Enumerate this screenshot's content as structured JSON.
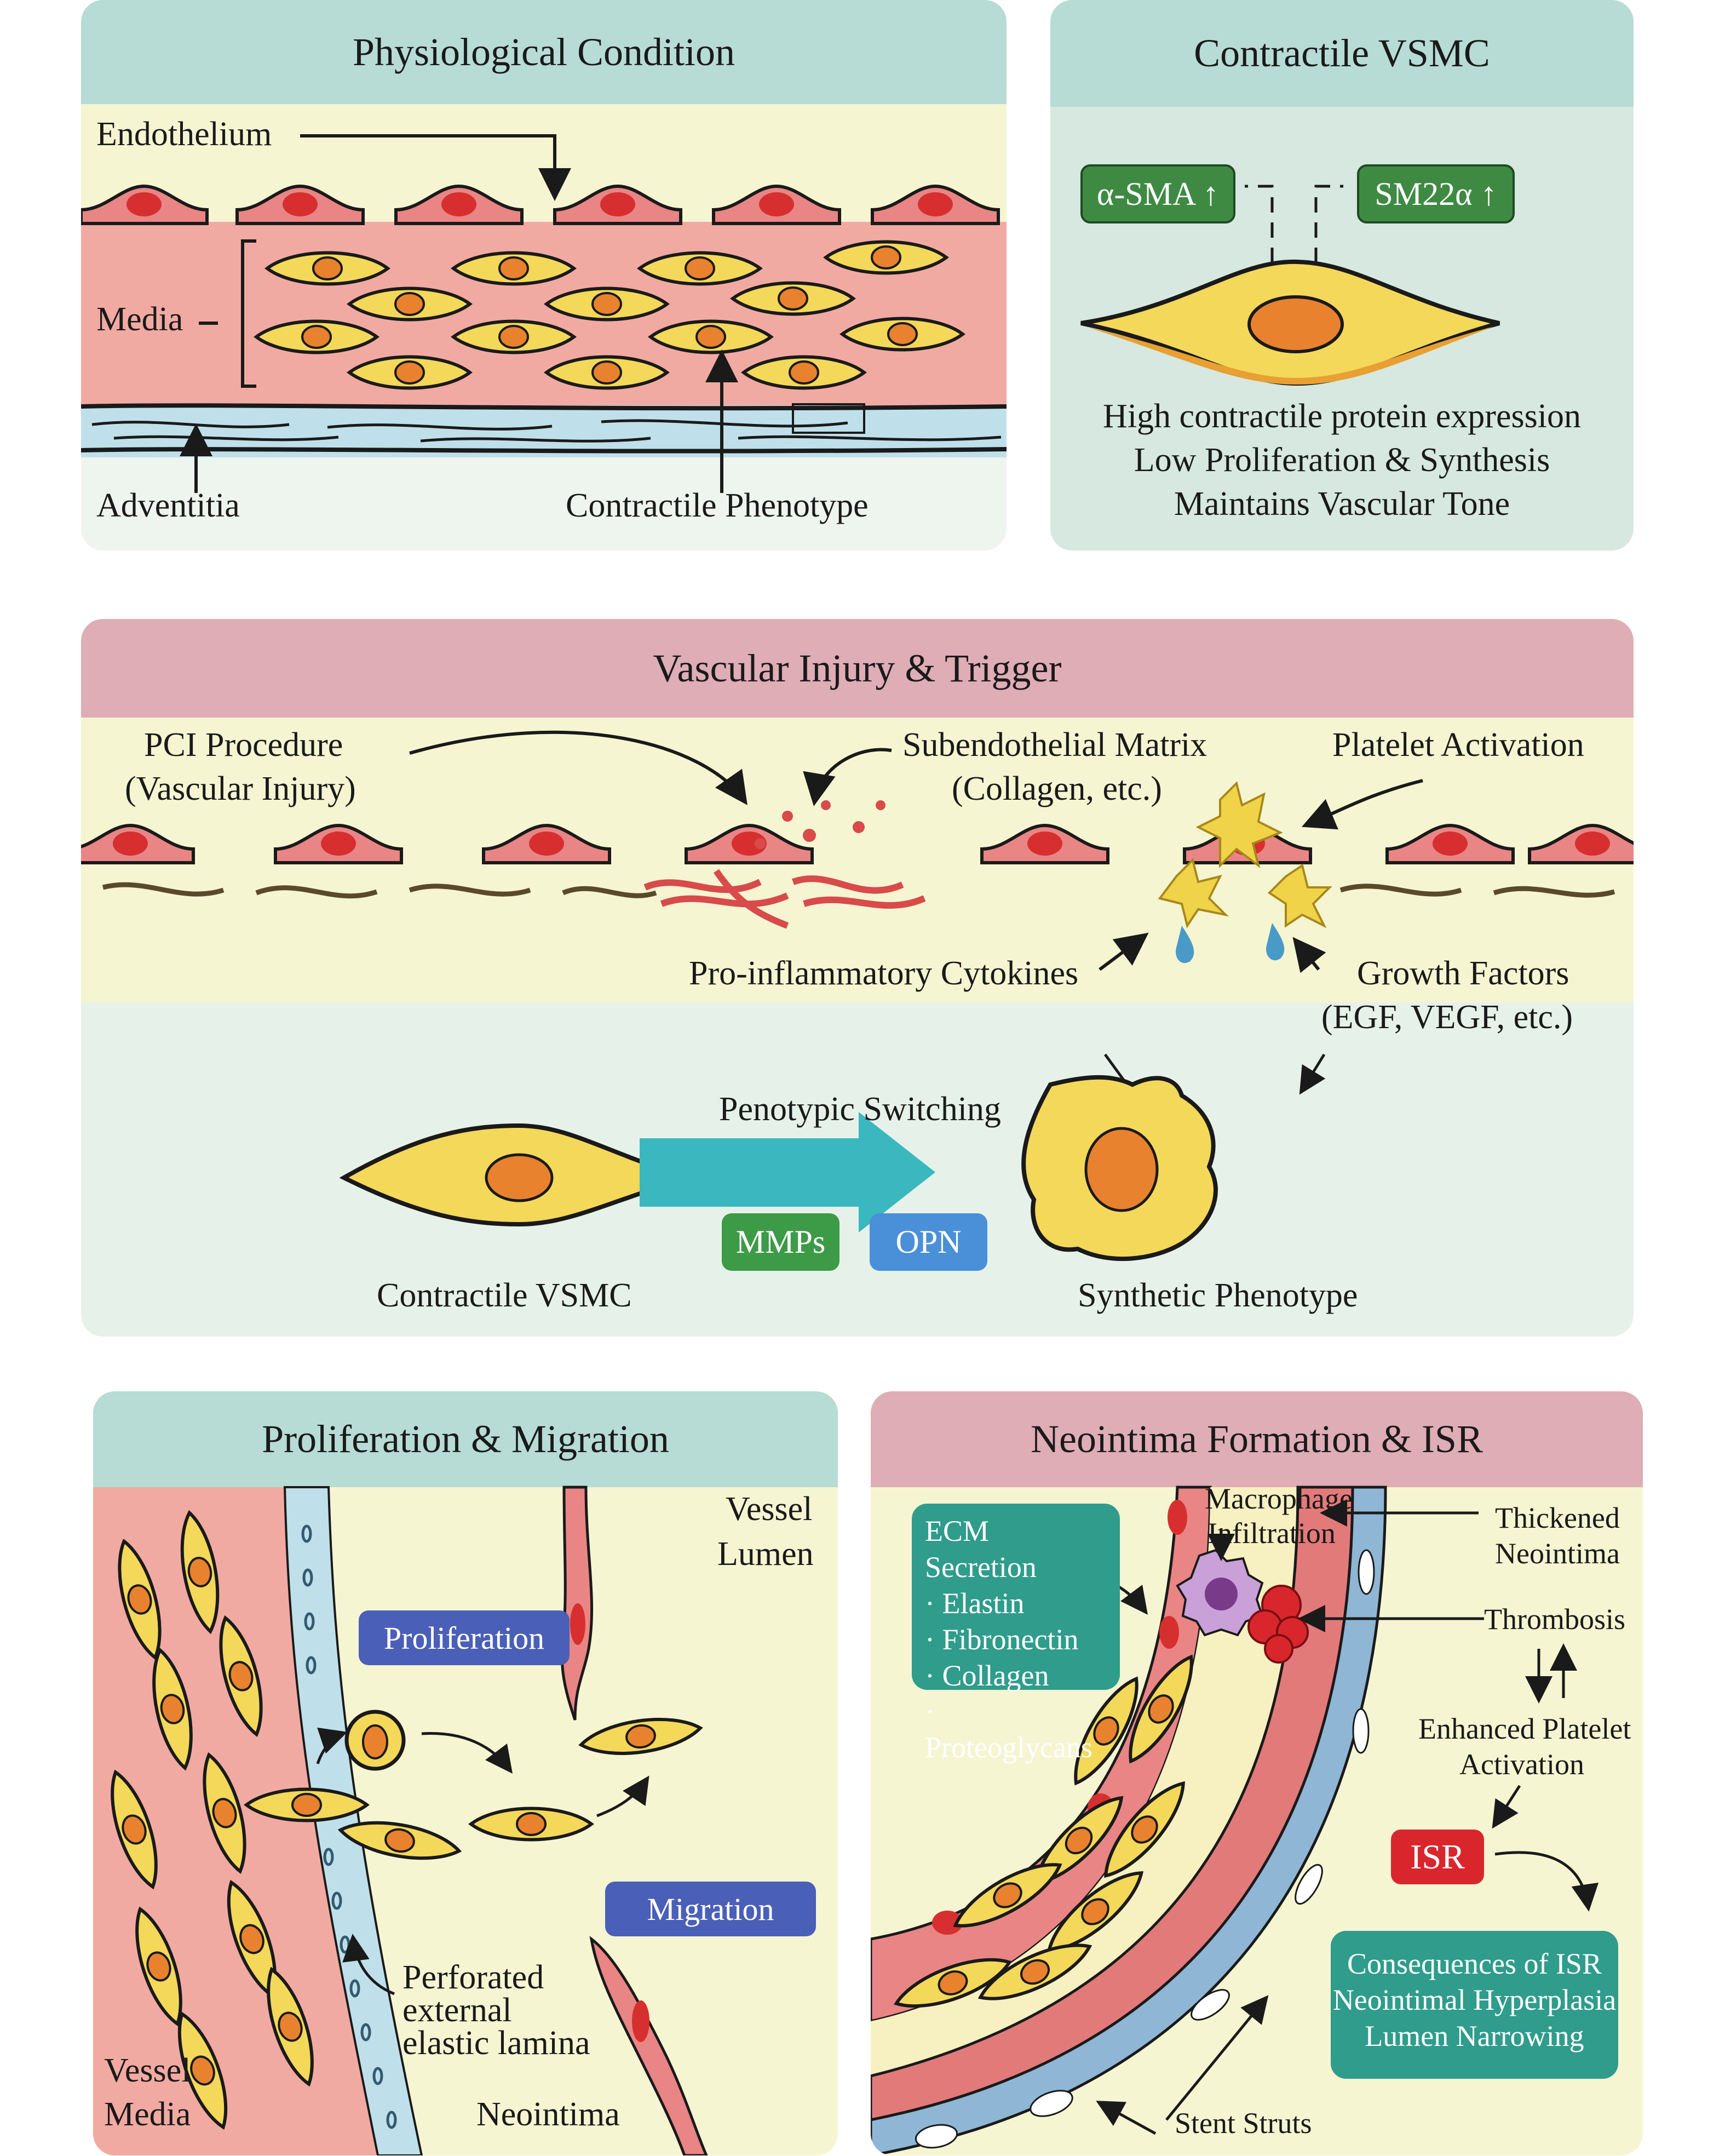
{
  "colors": {
    "teal_header": "#b7dbd5",
    "pink_header": "#dfadb6",
    "cream": "#f5f5d2",
    "media_pink": "#f1aaa2",
    "endothelium": "#e98585",
    "nucleus_red": "#d72f2f",
    "vsmc_yellow": "#f3d85a",
    "vsmc_nucleus": "#e8822e",
    "adventitia_blue": "#bfe0ea",
    "green_badge": "#3e8a43",
    "blue_badge": "#4a90d9",
    "label_blue": "#4a5fb8",
    "ecm_teal": "#2f9c8c",
    "isr_red": "#d9262c",
    "switch_arrow": "#3bb8bf"
  },
  "panel1": {
    "title": "Physiological Condition",
    "labels": {
      "endothelium": "Endothelium",
      "media": "Media",
      "adventitia": "Adventitia",
      "contractile_phenotype": "Contractile Phenotype"
    }
  },
  "panel2": {
    "title": "Contractile VSMC",
    "markers": [
      "α-SMA ↑",
      "SM22α ↑"
    ],
    "description": [
      "High contractile protein expression",
      "Low Proliferation & Synthesis",
      "Maintains Vascular Tone"
    ]
  },
  "panel3": {
    "title": "Vascular Injury & Trigger",
    "labels": {
      "pci": "PCI Procedure",
      "pci_sub": "(Vascular Injury)",
      "matrix": "Subendothelial Matrix",
      "matrix_sub": "(Collagen, etc.)",
      "platelet": "Platelet Activation",
      "cytokines": "Pro-inflammatory Cytokines",
      "growth": "Growth Factors",
      "growth_sub": "(EGF, VEGF, etc.)",
      "switching": "Penotypic Switching",
      "contractile": "Contractile VSMC",
      "synthetic": "Synthetic Phenotype"
    },
    "badges": [
      "MMPs",
      "OPN"
    ]
  },
  "panel4": {
    "title": "Proliferation & Migration",
    "labels": {
      "lumen": [
        "Vessel",
        "Lumen"
      ],
      "media": [
        "Vessel",
        "Media"
      ],
      "neointima": "Neointima",
      "lamina": [
        "Perforated",
        "external",
        "elastic lamina"
      ]
    },
    "badges": [
      "Proliferation",
      "Migration"
    ]
  },
  "panel5": {
    "title": "Neointima Formation & ISR",
    "ecm_box": {
      "title": "ECM Secretion",
      "items": [
        "· Elastin",
        "· Fibronectin",
        "· Collagen",
        "· Proteoglycans"
      ]
    },
    "labels": {
      "macrophage": [
        "Macrophage",
        "Infiltration"
      ],
      "thickened": [
        "Thickened",
        "Neointima"
      ],
      "thrombosis": "Thrombosis",
      "platelet": [
        "Enhanced Platelet",
        "Activation"
      ],
      "stent": "Stent Struts"
    },
    "isr_badge": "ISR",
    "consequences": [
      "Consequences of ISR",
      "Neointimal Hyperplasia",
      "Lumen Narrowing"
    ]
  }
}
